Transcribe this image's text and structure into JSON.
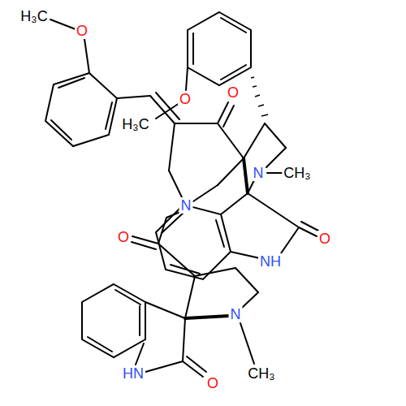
{
  "diagram": {
    "labels": [
      "H₃C",
      "O",
      "O",
      "H₃C",
      "O",
      "N",
      "N",
      "CH₃",
      "O",
      "NH",
      "O",
      "N",
      "CH₃",
      "HN",
      "O"
    ]
  }
}
